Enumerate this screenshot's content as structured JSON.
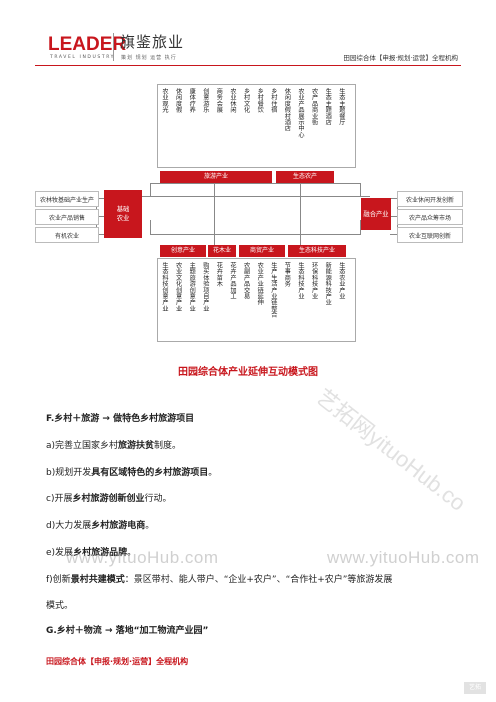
{
  "header": {
    "logo_en": "LEADER",
    "logo_en_sub": "TRAVEL INDUSTRY",
    "logo_cn": "旗鉴旅业",
    "logo_cn_sub": "策划 规划 运营 执行",
    "right_title": "田园综合体【申报·规划·运营】全程机构"
  },
  "diagram": {
    "top_columns": [
      "农业观光",
      "休闲度假",
      "康体疗养",
      "创意游乐",
      "商务会展",
      "农业休闲",
      "乡村文化",
      "乡村餐饮",
      "乡村住宿",
      "休闲度假村酒店",
      "农业产品展示中心",
      "农产品商业街",
      "生态主题酒店",
      "生态主题餐厅"
    ],
    "top_bars": {
      "left": "旅游产业",
      "right": "生态农产"
    },
    "left_node": "基础\n农业",
    "right_node": "融合产业",
    "left_items": [
      "农林牧基础产业生产",
      "农业产品销售",
      "有机农业"
    ],
    "right_items": [
      "农业休闲开发创新",
      "农产品众筹市场",
      "农业互联网创新"
    ],
    "bottom_bars": [
      "创意产业",
      "花木业",
      "商贸产业",
      "生态科技产业"
    ],
    "bottom_columns": [
      "生态科技创意产业",
      "农业文化创意产业",
      "主题旅游创意产业",
      "购买体验项目产业",
      "花卉苗木",
      "花卉产品加工",
      "农副产品交易",
      "农业产业链延伸",
      "生产生活产业链整合",
      "节事商务",
      "生态科技产业",
      "环保科技产业",
      "新能源科技产业",
      "生态农业产业"
    ],
    "title": "田园综合体产业延伸互动模式图"
  },
  "body": {
    "heading_f": {
      "lead": "F.乡村＋旅游 ",
      "arrow": "→",
      "tail": " 做特色乡村旅游项目"
    },
    "item_a": {
      "pre": "a)完善立国家乡村",
      "bold": "旅游扶贫",
      "post": "制度。"
    },
    "item_b": {
      "pre": "b)规划开发",
      "bold": "具有区域特色的乡村旅游项目",
      "post": "。"
    },
    "item_c": {
      "pre": "c)开展",
      "bold": "乡村旅游创新创业",
      "post": "行动。"
    },
    "item_d": {
      "pre": "d)大力发展",
      "bold": "乡村旅游电商",
      "post": "。"
    },
    "item_e": {
      "pre": "e)发展",
      "bold": "乡村旅游品牌",
      "post": "。"
    },
    "item_f_line1": {
      "pre": "f)创新",
      "bold": "景村共建模式",
      "post": "：景区带村、能人带户、“企业+农户”、“合作社+农户”等旅游发展"
    },
    "item_f_line2": "模式。",
    "heading_g": {
      "lead": "G.乡村＋物流 ",
      "arrow": "→",
      "tail": " 落地“加工物流产业园”"
    }
  },
  "footer": "田园综合体【申报·规划·运营】全程机构",
  "watermarks": {
    "left": "www.yituoHub.com",
    "right": "www.yituoHub.com",
    "diagonal": "艺拓网yituoHub.co",
    "corner": "艺拓"
  },
  "colors": {
    "accent": "#c8161d",
    "watermark": "#aaaaaa"
  }
}
